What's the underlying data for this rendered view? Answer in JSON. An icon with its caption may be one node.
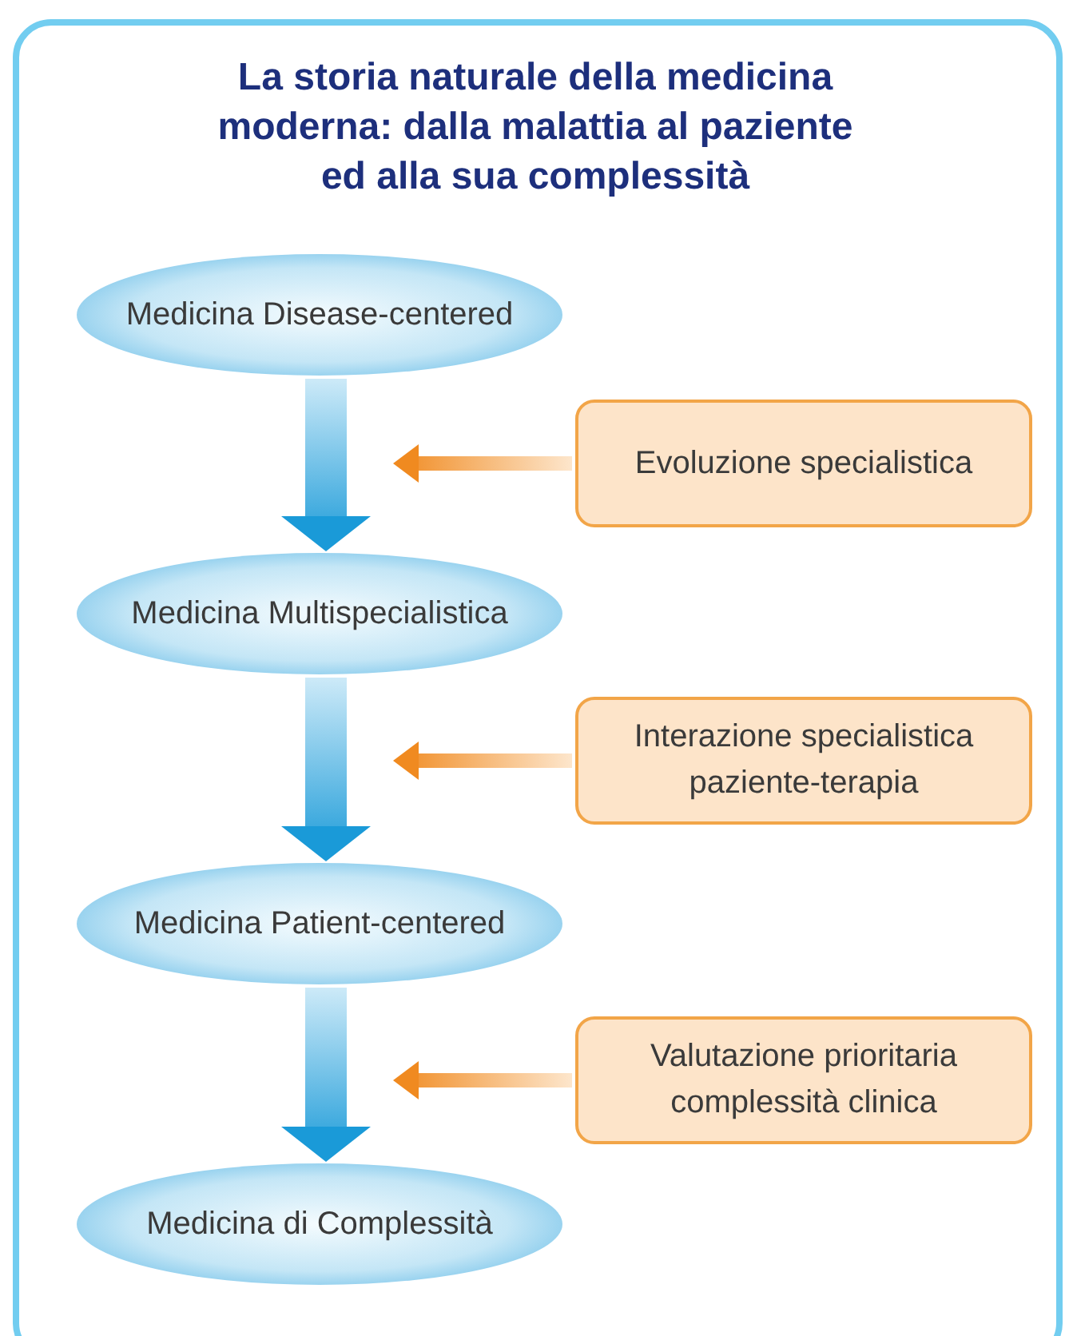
{
  "diagram": {
    "title": "La storia naturale della medicina moderna: dalla malattia al paziente ed alla sua complessità",
    "nodes": [
      {
        "text": [
          "Medicina Disease-centered"
        ]
      },
      {
        "text": [
          "Evoluzione specialistica"
        ]
      },
      {
        "text": [
          "Medicina Multispecialistica"
        ]
      },
      {
        "text": [
          "Interazione specialistica paziente-terapia"
        ]
      },
      {
        "text": [
          "Medicina Patient-centered"
        ]
      },
      {
        "text": [
          "Valutazione prioritaria complessità clinica"
        ]
      },
      {
        "text": [
          "Medicina di Complessità"
        ]
      }
    ],
    "edges": [
      {
        "from": 0,
        "to": 2,
        "arrow": "to",
        "style": "thick"
      },
      {
        "from": 1,
        "to": null,
        "arrow": "to",
        "color": "#f08a20"
      },
      {
        "from": 2,
        "to": 4,
        "arrow": "to",
        "style": "thick"
      },
      {
        "from": 3,
        "to": null,
        "arrow": "to",
        "color": "#f08a20"
      },
      {
        "from": 4,
        "to": 6,
        "arrow": "to",
        "style": "thick"
      },
      {
        "from": 5,
        "to": null,
        "arrow": "to",
        "color": "#f08a20"
      }
    ]
  }
}
